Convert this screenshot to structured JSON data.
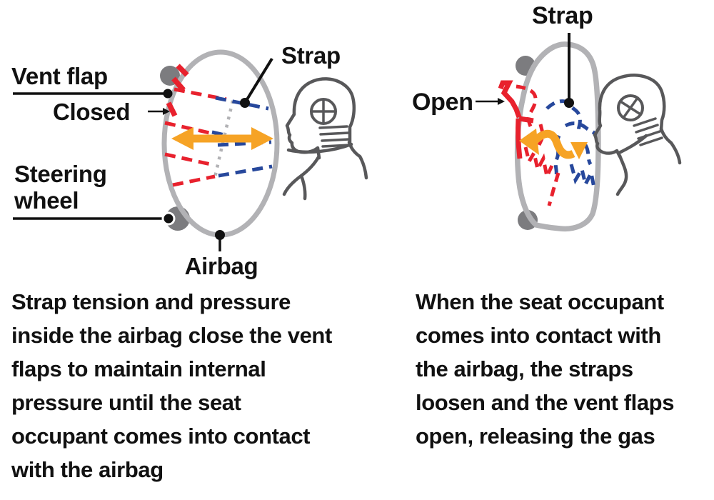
{
  "left_panel": {
    "vent_flap_label": "Vent flap",
    "closed_label": "Closed",
    "steering_wheel_label_line1": "Steering",
    "steering_wheel_label_line2": "wheel",
    "airbag_label": "Airbag",
    "strap_label": "Strap",
    "caption_lines": [
      "Strap tension and pressure",
      "inside the airbag close the vent",
      "flaps to maintain internal",
      "pressure until the seat",
      "occupant comes into contact",
      "with the airbag"
    ]
  },
  "right_panel": {
    "strap_label": "Strap",
    "open_label": "Open",
    "caption_lines": [
      "When the seat occupant",
      "comes into contact with",
      "the airbag, the straps",
      "loosen and the vent flaps",
      "open, releasing the gas"
    ]
  },
  "colors": {
    "airbag_outline_gray": "#b2b2b5",
    "anchor_gray": "#7c7c7f",
    "vent_flap_red": "#e8212d",
    "strap_blue": "#27489c",
    "gas_arrow_orange": "#f6a325",
    "dummy_outline_gray": "#58585a",
    "text_black": "#111111"
  },
  "icons": {
    "closed_pointer": "thin-right-arrow",
    "open_pointer": "thin-right-arrow",
    "left_gas_arrow": "horizontal-double-headed-arrow",
    "right_gas_arrow": "wavy-double-headed-arrow",
    "dummy_target": "crosshair-circle"
  }
}
